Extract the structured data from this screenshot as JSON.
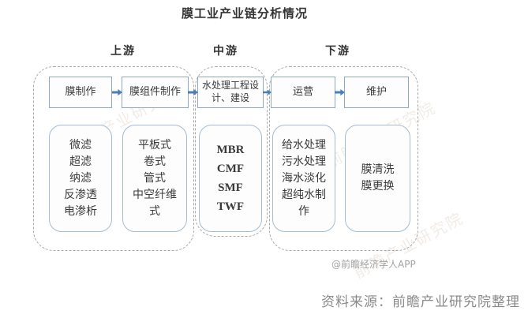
{
  "title": "膜工业产业链分析情况",
  "watermark_text": "前瞻产业研究院",
  "attribution": "@前瞻经济学人APP",
  "source_note": "资料来源：前瞻产业研究院整理",
  "colors": {
    "arrow": "#4a7ebb",
    "process_box_border": "#8fa9c4",
    "item_box_border": "#a5bcd1",
    "group_border": "#a9a9a9",
    "text": "#3a3a3a",
    "muted_text": "#8a8a8a"
  },
  "sections": {
    "upstream": {
      "label": "上游",
      "steps": [
        {
          "process": "膜制作",
          "items": "微滤\n超滤\n纳滤\n反渗透\n电渗析"
        },
        {
          "process": "膜组件制作",
          "items": "平板式\n卷式\n管式\n中空纤维\n式"
        }
      ]
    },
    "midstream": {
      "label": "中游",
      "steps": [
        {
          "process": "水处理工程设\n计、建设",
          "items": "MBR\nCMF\nSMF\nTWF"
        }
      ]
    },
    "downstream": {
      "label": "下游",
      "steps": [
        {
          "process": "运营",
          "items": "给水处理\n污水处理\n海水淡化\n超纯水制\n作"
        },
        {
          "process": "维护",
          "items": "膜清洗\n膜更换"
        }
      ]
    }
  }
}
